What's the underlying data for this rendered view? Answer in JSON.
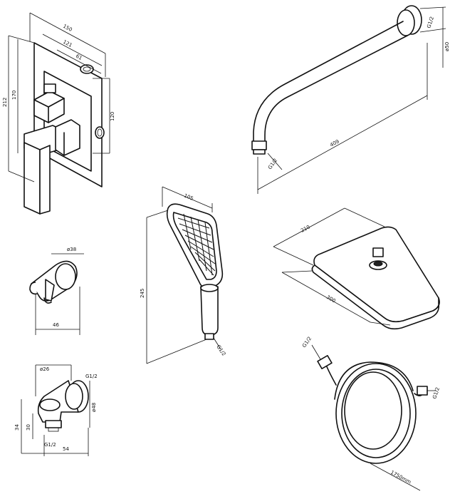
{
  "mixer": {
    "d150": "150",
    "d121": "121",
    "d61": "61",
    "d212": "212",
    "d170": "170",
    "d120": "120"
  },
  "arm": {
    "g12_top": "G1/2",
    "d50": "ø50",
    "d409": "409",
    "g12_bottom": "G1/2"
  },
  "handshower": {
    "d105": "105",
    "d245": "245",
    "g12": "G1/2"
  },
  "overhead": {
    "d210": "210",
    "d300": "300"
  },
  "holder": {
    "d38": "ø38",
    "d46": "46"
  },
  "elbow": {
    "d26": "ø26",
    "g12": "G1/2",
    "d48": "ø48",
    "d34": "34",
    "d30": "30",
    "d54": "54",
    "g12_bottom": "G1/2"
  },
  "hose": {
    "g12_left": "G1/2",
    "g12_right": "G1/2",
    "length": "1750mm"
  }
}
